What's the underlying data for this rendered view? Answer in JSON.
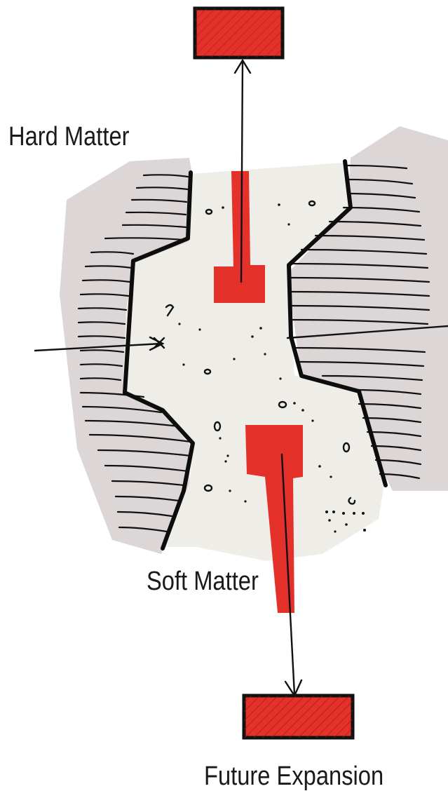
{
  "labels": {
    "hard_matter": "Hard Matter",
    "soft_matter": "Soft Matter",
    "future_expansion": "Future Expansion"
  },
  "colors": {
    "background": "#ffffff",
    "hard_zone_fill": "#ddd6d6",
    "soft_zone_fill": "#efede8",
    "accent_red": "#e4322b",
    "ink": "#111111"
  }
}
